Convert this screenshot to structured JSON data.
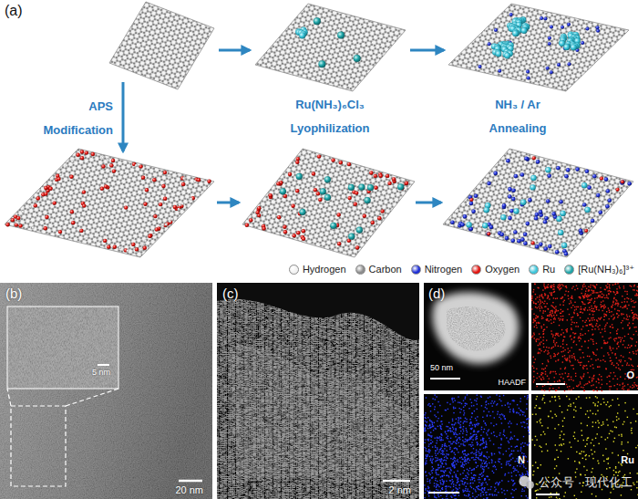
{
  "diagram": {
    "labels": [
      "(a)",
      "APS",
      "Modification",
      "Ru(NH₃)₆Cl₃",
      "Lyophilization",
      "NH₃ / Ar",
      "Annealing",
      "(b)",
      "5 nm",
      "20 nm",
      "(c)",
      "2 nm",
      "(d)",
      "50 nm",
      "HAADF",
      "O",
      "N",
      "Ru",
      "公众号 · 现代化工"
    ],
    "legend": [
      {
        "text": "Hydrogen",
        "color": "#f2f2f2"
      },
      {
        "text": "Carbon",
        "color": "#8c8c8c"
      },
      {
        "text": "Nitrogen",
        "color": "#1f2fd6"
      },
      {
        "text": "Oxygen",
        "color": "#e3140f"
      },
      {
        "text": "Ru",
        "color": "#3ec7dc"
      },
      {
        "text": "[Ru(NH₃)₆]³⁺",
        "color": "#1fa5a8"
      }
    ]
  }
}
